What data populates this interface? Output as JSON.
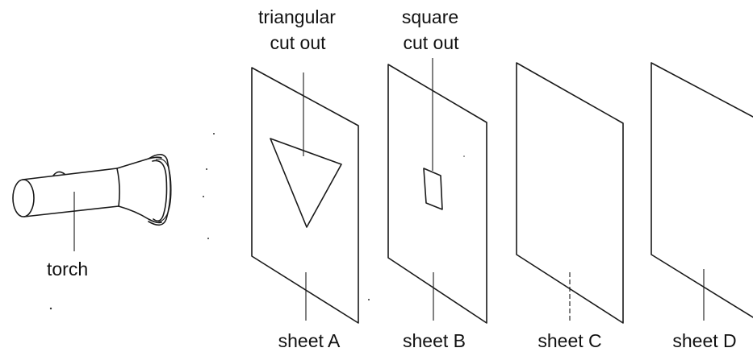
{
  "labels": {
    "torch": "torch",
    "triangular_line1": "triangular",
    "triangular_line2": "cut out",
    "square_line1": "square",
    "square_line2": "cut out",
    "sheet_a": "sheet A",
    "sheet_b": "sheet B",
    "sheet_c": "sheet C",
    "sheet_d": "sheet D"
  }
}
